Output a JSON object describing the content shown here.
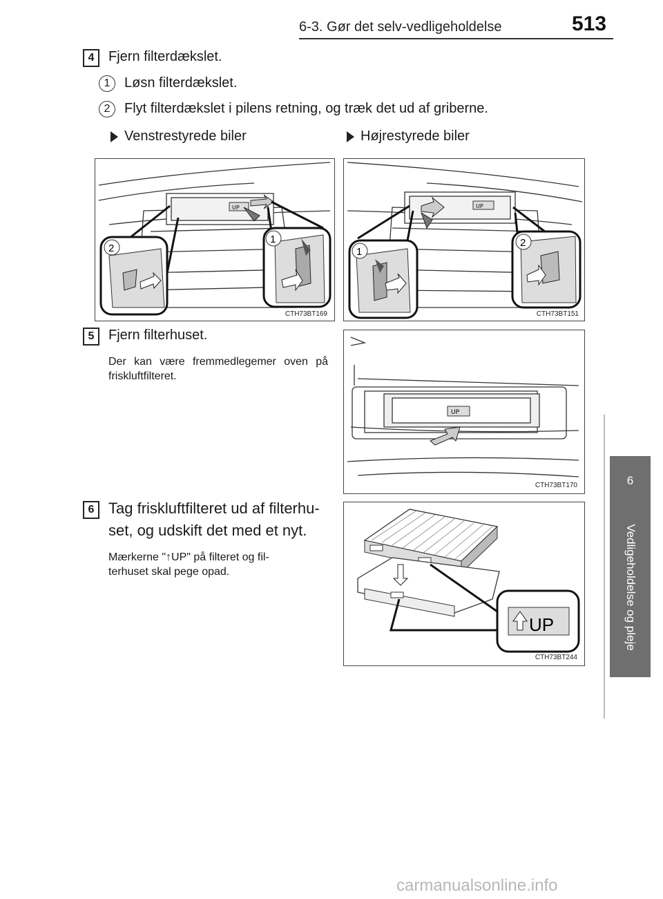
{
  "header": {
    "section": "6-3. Gør det selv-vedligeholdelse",
    "page_number": "513"
  },
  "sidetab": {
    "number": "6",
    "label": "Vedligeholdelse og pleje",
    "color": "#6f6f6f"
  },
  "step4": {
    "number": "4",
    "title": "Fjern filterdækslet.",
    "sub1_num": "1",
    "sub1": "Løsn filterdækslet.",
    "sub2_num": "2",
    "sub2": "Flyt filterdækslet i pilens retning, og træk det ud af griberne.",
    "lhd_label": "Venstrestyrede biler",
    "rhd_label": "Højrestyrede biler",
    "fig_left_code": "CTH73BT169",
    "fig_right_code": "CTH73BT151",
    "left_callout_a": "2",
    "left_callout_b": "1",
    "right_callout_a": "1",
    "right_callout_b": "2",
    "filter_label": "UP"
  },
  "step5": {
    "number": "5",
    "title": "Fjern filterhuset.",
    "note": "Der kan være fremmedlegemer oven på friskluftfilteret.",
    "fig_code": "CTH73BT170",
    "filter_label": "UP"
  },
  "step6": {
    "number": "6",
    "title_line1": "Tag friskluftfilteret ud af filterhu-",
    "title_line2": "set, og udskift det med et nyt.",
    "note_line1": "Mærkerne \"↑UP\" på filteret og fil-",
    "note_line2": "terhuset skal pege opad.",
    "fig_code": "CTH73BT244",
    "up_label": "UP",
    "filter_label": "UP"
  },
  "footer": {
    "watermark": "carmanualsonline.info"
  }
}
